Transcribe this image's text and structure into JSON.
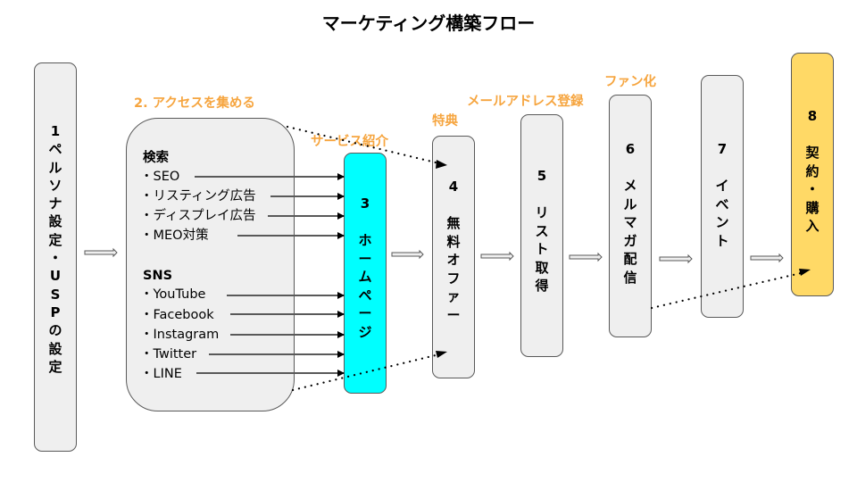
{
  "title": "マーケティング構築フロー",
  "colors": {
    "box_grey": "#efefef",
    "homepage_cyan": "#00ffff",
    "contract_yellow": "#ffd966",
    "label_orange": "#f6a53f",
    "border": "#595959"
  },
  "steps": [
    {
      "number": "1",
      "label": "ペルソナ設定・ＵＳＰの設定"
    },
    {
      "number": "3",
      "label": "ホームページ"
    },
    {
      "number": "4",
      "label": "無料オファー"
    },
    {
      "number": "5",
      "label": "リスト取得"
    },
    {
      "number": "6",
      "label": "メルマガ配信"
    },
    {
      "number": "7",
      "label": "イベント"
    },
    {
      "number": "8",
      "label": "契約・購入"
    }
  ],
  "step1_chars": [
    "1",
    "ペ",
    "ル",
    "ソ",
    "ナ",
    "設",
    "定",
    "・",
    "U",
    "S",
    "P",
    "の",
    "設",
    "定"
  ],
  "step3_chars": [
    "3",
    "",
    "ホ",
    "ー",
    "ム",
    "ペ",
    "ー",
    "ジ"
  ],
  "step4_chars": [
    "4",
    "",
    "無",
    "料",
    "オ",
    "フ",
    "ァ",
    "ー"
  ],
  "step5_chars": [
    "5",
    "",
    "リ",
    "ス",
    "ト",
    "取",
    "得"
  ],
  "step6_chars": [
    "6",
    "",
    "メ",
    "ル",
    "マ",
    "ガ",
    "配",
    "信"
  ],
  "step7_chars": [
    "7",
    "",
    "イ",
    "ベ",
    "ン",
    "ト"
  ],
  "step8_chars": [
    "8",
    "",
    "契",
    "約",
    "・",
    "購",
    "入"
  ],
  "access": {
    "heading": "2. アクセスを集める",
    "search_heading": "検索",
    "search_items": [
      "・SEO",
      "・リスティング広告",
      "・ディスプレイ広告",
      "・MEO対策"
    ],
    "sns_heading": "SNS",
    "sns_items": [
      "・YouTube",
      "・Facebook",
      "・Instagram",
      "・Twitter",
      "・LINE"
    ]
  },
  "stage_labels": {
    "service": "サービス紹介",
    "bonus": "特典",
    "email": "メールアドレス登録",
    "fan": "ファン化"
  }
}
